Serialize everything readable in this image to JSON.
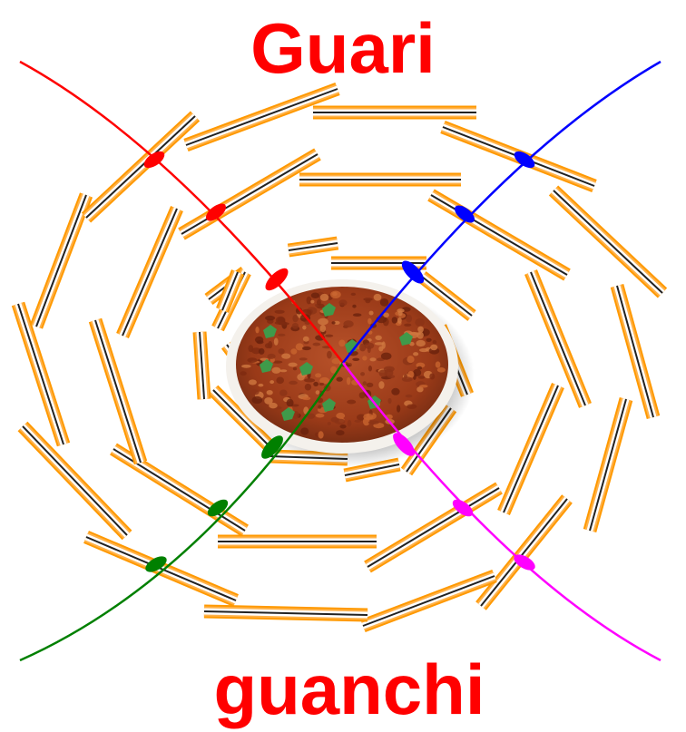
{
  "title_top": "Guari",
  "title_bottom": "guanchi",
  "colors": {
    "title": "#ff0000",
    "line_top_left": "#ff0000",
    "line_top_right": "#0000ff",
    "line_bottom_left": "#008000",
    "line_bottom_right": "#ff00ff",
    "stick_outer": "#ff9900",
    "stick_inner_white": "#ffffff",
    "stick_core": "#222222",
    "bowl_sauce": "#a8401c",
    "herb": "#3f9a4a"
  },
  "central_image": "bowl-of-lentil-curry",
  "rings": 4,
  "lines": [
    {
      "id": "top-left",
      "color_key": "line_top_left",
      "markers": 3
    },
    {
      "id": "top-right",
      "color_key": "line_top_right",
      "markers": 3
    },
    {
      "id": "bottom-left",
      "color_key": "line_bottom_left",
      "markers": 3
    },
    {
      "id": "bottom-right",
      "color_key": "line_bottom_right",
      "markers": 3
    }
  ]
}
